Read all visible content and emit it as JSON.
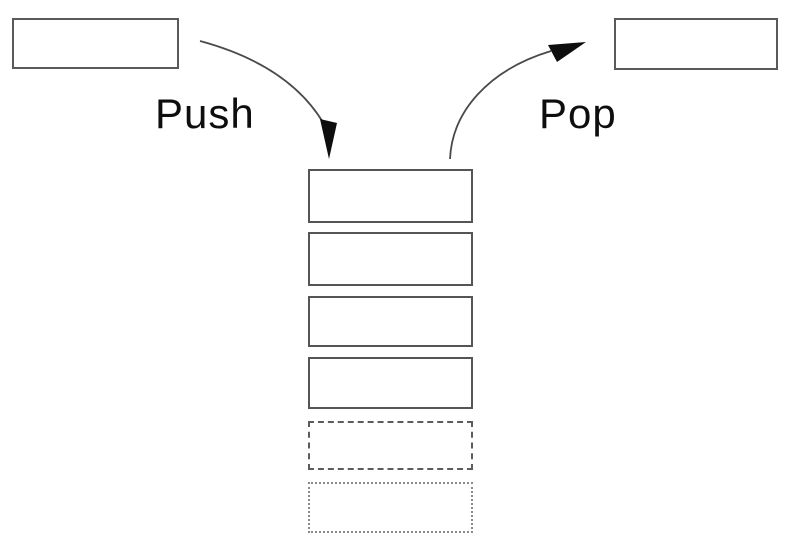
{
  "diagram": {
    "type": "stack-data-structure",
    "labels": {
      "push": "Push",
      "pop": "Pop"
    },
    "boxes": {
      "push_source": {
        "description": "empty item box being pushed",
        "text": ""
      },
      "pop_target": {
        "description": "empty item box popped off",
        "text": ""
      }
    },
    "stack": {
      "slots": [
        {
          "index": 1,
          "border_style": "solid",
          "text": ""
        },
        {
          "index": 2,
          "border_style": "solid",
          "text": ""
        },
        {
          "index": 3,
          "border_style": "solid",
          "text": ""
        },
        {
          "index": 4,
          "border_style": "solid",
          "text": ""
        },
        {
          "index": 5,
          "border_style": "dashed",
          "text": ""
        },
        {
          "index": 6,
          "border_style": "dotted",
          "text": ""
        }
      ]
    },
    "icons": {
      "push_arrow": "curved-arrow-down-icon",
      "pop_arrow": "curved-arrow-up-right-icon"
    },
    "colors": {
      "background": "#ffffff",
      "box_border": "#5a5a5a",
      "slot_border_solid": "#555555",
      "slot_border_dashed": "#5c5c5c",
      "slot_border_dotted": "#8a8a8a",
      "arrow_line": "#4a4a4a",
      "arrow_head": "#0e0e0e",
      "text": "#0e0e0e"
    }
  }
}
